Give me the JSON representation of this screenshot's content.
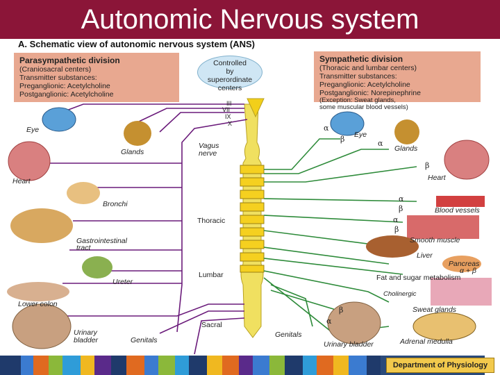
{
  "title": "Autonomic Nervous system",
  "subtitle": "A. Schematic view of autonomic nervous system (ANS)",
  "parasympathetic": {
    "title": "Parasympathetic division",
    "lines": [
      "(Craniosacral centers)",
      "Transmitter substances:",
      "Preganglionic: Acetylcholine",
      "Postganglionic: Acetylcholine"
    ]
  },
  "sympathetic": {
    "title": "Sympathetic division",
    "lines": [
      "(Thoracic and lumbar centers)",
      "Transmitter substances:",
      "Preganglionic: Acetylcholine",
      "Postganglionic: Norepinephrine",
      "(Exception: Sweat glands,",
      "some muscular blood vessels)"
    ]
  },
  "controlled": [
    "Controlled",
    "by",
    "superordinate",
    "centers"
  ],
  "cranial_nerves": [
    "III",
    "VII",
    "IX",
    "X"
  ],
  "spinal_regions": {
    "thoracic": "Thoracic",
    "lumbar": "Lumbar",
    "sacral": "Sacral"
  },
  "vagus": [
    "Vagus",
    "nerve"
  ],
  "left_organs": {
    "eye": "Eye",
    "glands": "Glands",
    "heart": "Heart",
    "bronchi": "Bronchi",
    "gi": [
      "Gastrointestinal",
      "tract"
    ],
    "ureter": "Ureter",
    "lower_colon": "Lower colon",
    "bladder": [
      "Urinary",
      "bladder"
    ],
    "genitals": "Genitals"
  },
  "right_organs": {
    "eye": "Eye",
    "glands": "Glands",
    "heart": "Heart",
    "blood_vessels": "Blood vessels",
    "smooth_muscle": "Smooth muscle",
    "liver": "Liver",
    "pancreas": "Pancreas",
    "pancreas_receptors": "α + β",
    "fat_sugar": "Fat and sugar metabolism",
    "cholinergic": "Cholinergic",
    "sweat_glands": "Sweat glands",
    "genitals": "Genitals",
    "urinary_bladder": "Urinary bladder",
    "adrenal": "Adrenal medulla"
  },
  "receptors": {
    "alpha": "α",
    "beta": "β"
  },
  "footer": {
    "dept": "Department of Physiology"
  },
  "colors": {
    "title_bar": "#8b1538",
    "parasym_nerve": "#6a1a7a",
    "sym_nerve": "#2e8b3a",
    "spine": "#f0e060",
    "box": "#e8a890"
  }
}
